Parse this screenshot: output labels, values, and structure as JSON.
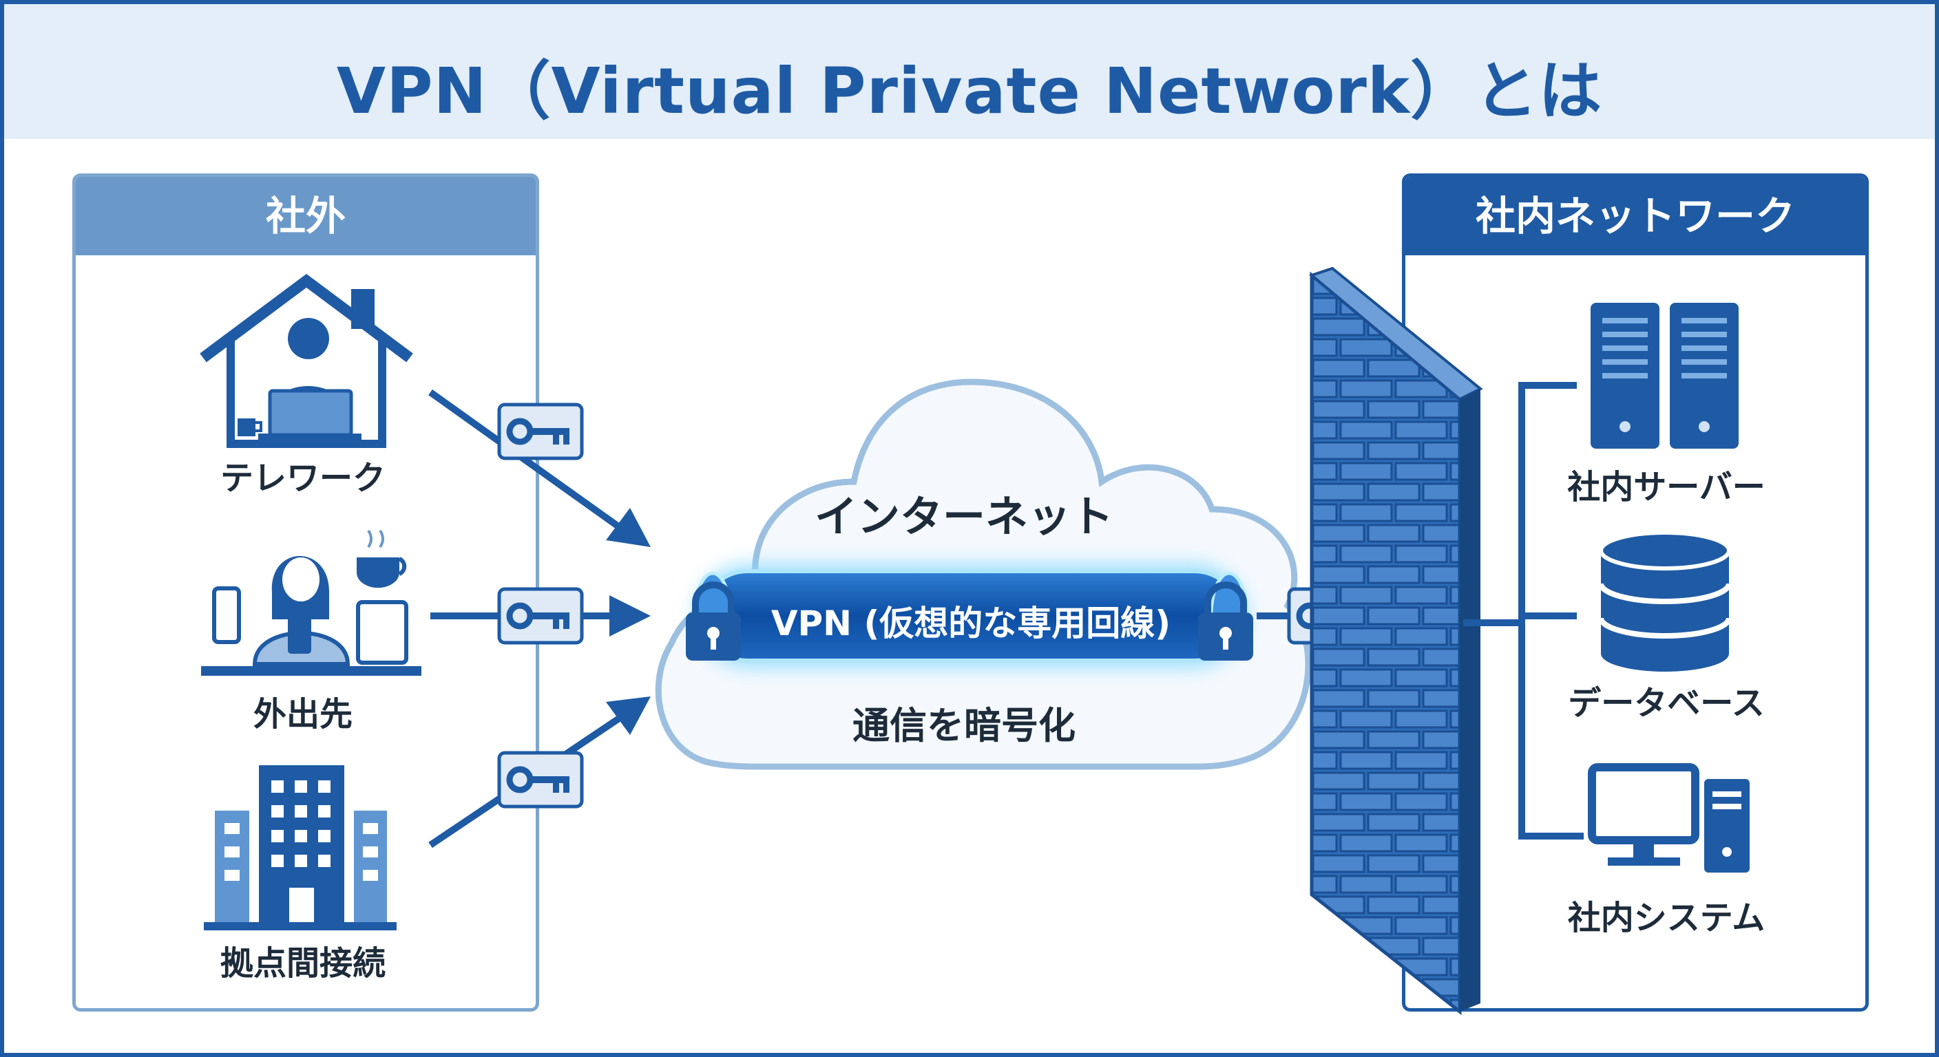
{
  "title": "VPN（Virtual Private Network）とは",
  "left_panel": {
    "header": "社外",
    "items": [
      {
        "label": "テレワーク",
        "icon": "home-worker-icon"
      },
      {
        "label": "外出先",
        "icon": "mobile-worker-icon"
      },
      {
        "label": "拠点間接続",
        "icon": "office-building-icon"
      }
    ]
  },
  "cloud": {
    "label": "インターネット",
    "tunnel_label": "VPN (仮想的な専用回線)",
    "caption": "通信を暗号化"
  },
  "right_panel": {
    "header": "社内ネットワーク",
    "items": [
      {
        "label": "社内サーバー",
        "icon": "server-icon"
      },
      {
        "label": "データベース",
        "icon": "database-icon"
      },
      {
        "label": "社内システム",
        "icon": "computer-icon"
      }
    ]
  },
  "icons": [
    "key-icon",
    "lock-icon",
    "firewall-icon",
    "arrow-icon"
  ],
  "colors": {
    "primary": "#1f5ba5",
    "light": "#6a99c9",
    "band": "#e3eef8",
    "glow": "#7fd6ff"
  }
}
